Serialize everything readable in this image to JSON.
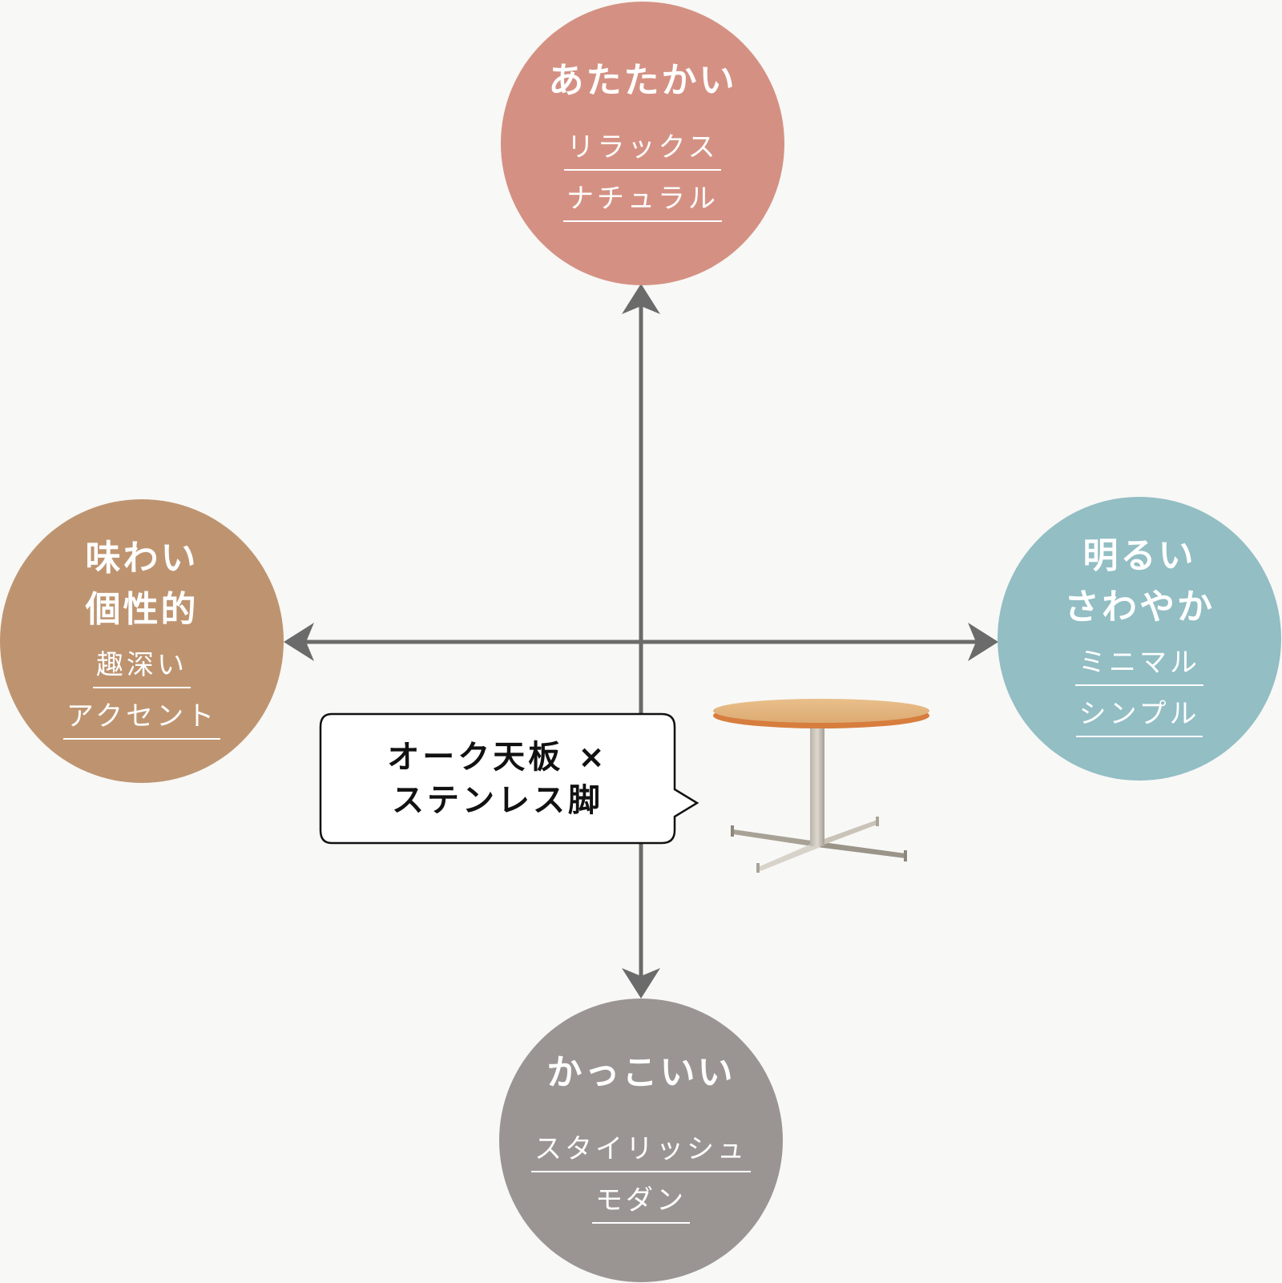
{
  "colors": {
    "background": "#f8f8f6",
    "axis": "#6b6b6b",
    "warm": "#d49183",
    "flavor": "#be9470",
    "bright": "#92bec4",
    "cool": "#9a9593",
    "bubble_border": "#111111",
    "bubble_fill": "#ffffff"
  },
  "quadrants": {
    "top": {
      "title": "あたたかい",
      "tags": [
        "リラックス",
        "ナチュラル"
      ]
    },
    "left": {
      "title": "味わい\n個性的",
      "tags": [
        "趣深い",
        "アクセント"
      ]
    },
    "right": {
      "title": "明るい\nさわやか",
      "tags": [
        "ミニマル",
        "シンプル"
      ]
    },
    "bottom": {
      "title": "かっこいい",
      "tags": [
        "スタイリッシュ",
        "モダン"
      ]
    }
  },
  "product": {
    "callout_line1": "オーク天板 ×",
    "callout_line2": "ステンレス脚",
    "image_subject": "round oak table with stainless steel cross base"
  }
}
